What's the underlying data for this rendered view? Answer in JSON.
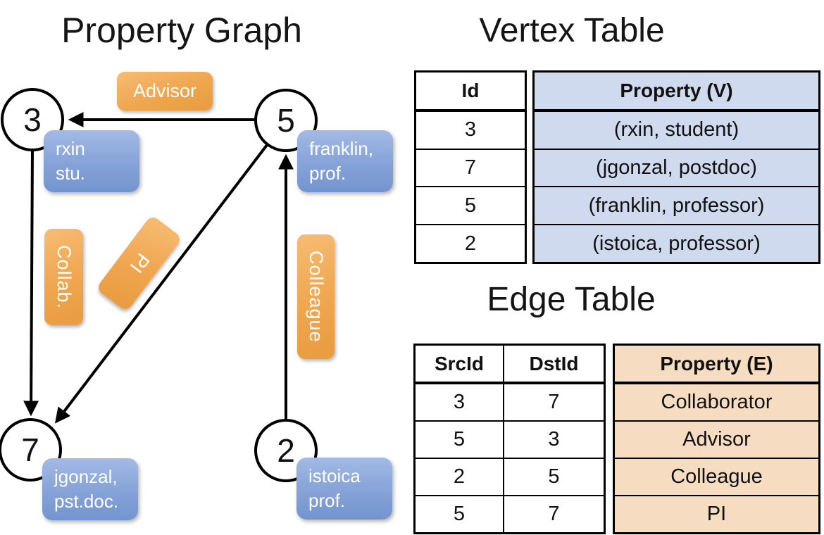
{
  "graph": {
    "title": "Property Graph",
    "nodes": [
      {
        "id": "3"
      },
      {
        "id": "5"
      },
      {
        "id": "7"
      },
      {
        "id": "2"
      }
    ],
    "edge_labels": {
      "advisor": "Advisor",
      "collab": "Collab.",
      "pi": "PI",
      "colleague": "Colleague"
    },
    "cards": [
      {
        "lines": [
          "rxin",
          "stu."
        ]
      },
      {
        "lines": [
          "franklin,",
          "prof."
        ]
      },
      {
        "lines": [
          "jgonzal,",
          "pst.doc."
        ]
      },
      {
        "lines": [
          "istoica",
          "prof."
        ]
      }
    ]
  },
  "vertex_table": {
    "title": "Vertex Table",
    "headers": {
      "id": "Id",
      "property": "Property (V)"
    },
    "rows": [
      {
        "id": "3",
        "property": "(rxin, student)"
      },
      {
        "id": "7",
        "property": "(jgonzal, postdoc)"
      },
      {
        "id": "5",
        "property": "(franklin, professor)"
      },
      {
        "id": "2",
        "property": "(istoica, professor)"
      }
    ]
  },
  "edge_table": {
    "title": "Edge Table",
    "headers": {
      "src": "SrcId",
      "dst": "DstId",
      "property": "Property (E)"
    },
    "rows": [
      {
        "src": "3",
        "dst": "7",
        "property": "Collaborator"
      },
      {
        "src": "5",
        "dst": "3",
        "property": "Advisor"
      },
      {
        "src": "2",
        "dst": "5",
        "property": "Colleague"
      },
      {
        "src": "5",
        "dst": "7",
        "property": "PI"
      }
    ]
  },
  "colors": {
    "edge_label_orange": "#EFA64F",
    "vertex_card_blue": "#8AA6DA",
    "vertex_table_row_bg": "#CFDAEE",
    "edge_table_row_bg": "#F6DDC2",
    "line_black": "#000000"
  }
}
